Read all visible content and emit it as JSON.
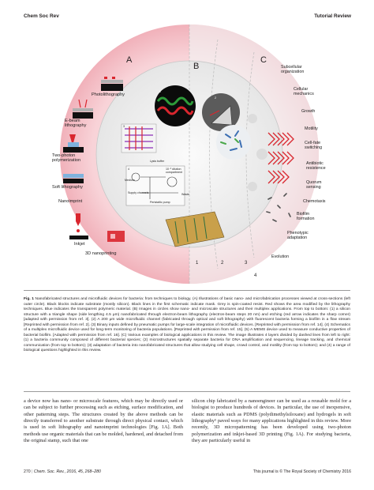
{
  "header": {
    "journal": "Chem Soc Rev",
    "section": "Tutorial Review"
  },
  "figure": {
    "panel_labels": [
      "A",
      "B",
      "C"
    ],
    "panel_a_items": [
      "Photolithography",
      "E-beam lithography",
      "Two-photon polymerization",
      "Soft lithography",
      "Nanoimprint",
      "Inkjet",
      "3D nanoprinting"
    ],
    "panel_b_labels": {
      "lysis_buffer": "Lysis buffer",
      "dilution": "10⁻³ dilution compartment",
      "medium": "Medium",
      "supply_channels": "Supply channels",
      "peristaltic_pump": "Peristaltic pump",
      "waste": "Waste",
      "inset_numbers": [
        "1",
        "2",
        "3",
        "4"
      ]
    },
    "panel_c_items": [
      "Subcellular organization",
      "Cellular mechanics",
      "Growth",
      "Motility",
      "Cell-fate switching",
      "Antibiotic resistence",
      "Quorum sensing",
      "Chemotaxis",
      "Biofilm formation",
      "Phenotypic adaptation",
      "Evolution"
    ],
    "ring_numbers": [
      "1",
      "2",
      "3",
      "4"
    ]
  },
  "caption": {
    "label": "Fig. 1",
    "text": "Nanofabricated structures and microfluidic devices for bacteria: from techniques to biology. (A) Illustrations of basic nano- and microfabrication processes viewed at cross-sections (left outer circle). Black blocks indicate substrate (mostly silicon). Black lines in the first schematic indicate mask. Grey is spin-coated resist. Red shows the area modified by the lithography techniques. Blue indicates the transparent polymeric material. (B) Images in circles show nano- and microscale structures and their multiplex applications. From top to bottom: (1) a silicon structure with a triangle shape (side lengthing 4.5 μm) nanofabricated through electron-beam lithography (electron-beam steps 20 nm) and etching (red arrow indicates the sharp corner) [adapted with permission from ref. 3]. (2) A 200 μm wide microfluidic channel (fabricated through optical and soft lithography) with fluorescent bacteria forming a biofilm in a flow stream [Reprinted with permission from ref. 2]. (3) Binary inputs defined by pneumatic pumps for large-scale integration of microfluidic devices. [Reprinted with permission from ref. 14]. (4) Schematics of a multiplex microfluidic device used for long-term monitoring of bacteria populations. [Reprinted with permission from ref. 15]. (5) A MEMS device used to measure conductive properties of bacterial biofilm. [Adapted with permission from ref. 16]. (C) Various examples of biological applications in this review. The image illustrates 4 layers divided by dashed lines from left to right: (1) a bacteria community composed of different bacterial species; (2) microstructures spatially separate bacteria for DNA amplification and sequencing, lineage tracking, and chemical communication (from top to bottom); (3) adaptation of bacteria into nanofabricated structures that allow studying cell shape, crowd control, and motility (from top to bottom); and (4) a range of biological questions highlighted in this review."
  },
  "body": {
    "left_column": "a device now has nano- or microscale features, which may be directly used or can be subject to further processing such as etching, surface modification, and other patterning steps. The structures created by the above methods can be directly transferred to another substrate through direct physical contact, which is used in soft lithography and nanoimprint technologies [Fig. 1A]. Both methods use organic materials that can be molded, hardened, and detached from the original stamp, such that one",
    "right_column": "silicon chip fabricated by a nanoengineer can be used as a reusable mold for a biologist to produce hundreds of devices. In particular, the use of inexpensive, elastic materials such as PDMS (polydimethylsiloxane) and hydrogels in soft lithography⁵ paved ways for many applications highlighted in this review. More recently, 3D micropatterning has been developed using two-photon polymerization and inkjet-based 3D printing (Fig. 1A). For studying bacteria, they are particularly useful in"
  },
  "footer": {
    "page": "270",
    "citation": "Chem. Soc. Rev., 2016, 45, 268–280",
    "copyright": "This journal is © The Royal Society of Chemistry 2016"
  },
  "colors": {
    "outer_ring": "#f6c9cf",
    "accent_red": "#d9262e",
    "ring_grey": "#dcdcdc",
    "text": "#231f20"
  }
}
